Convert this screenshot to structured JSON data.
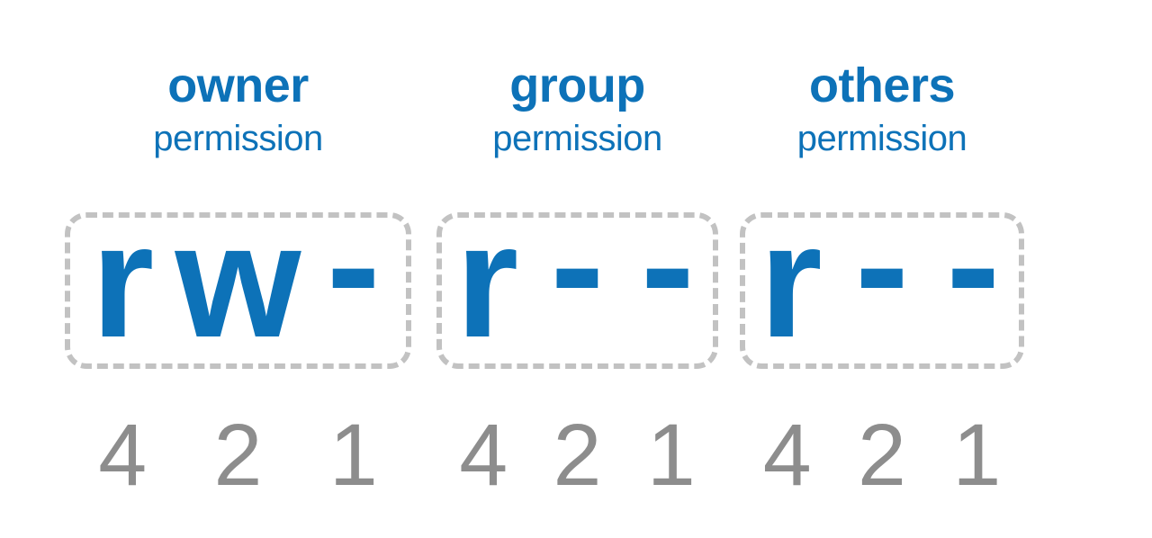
{
  "colors": {
    "blue": "#0d72b8",
    "dash": "#c2c2c2",
    "number": "#8d8d8d"
  },
  "columns": [
    {
      "title": "owner",
      "subtitle": "permission",
      "permission_string": "rw-",
      "chars": [
        "r",
        "w",
        "-"
      ],
      "octal_values": [
        "4",
        "2",
        "1"
      ]
    },
    {
      "title": "group",
      "subtitle": "permission",
      "permission_string": "r--",
      "chars": [
        "r",
        "-",
        "-"
      ],
      "octal_values": [
        "4",
        "2",
        "1"
      ]
    },
    {
      "title": "others",
      "subtitle": "permission",
      "permission_string": "r--",
      "chars": [
        "r",
        "-",
        "-"
      ],
      "octal_values": [
        "4",
        "2",
        "1"
      ]
    }
  ]
}
